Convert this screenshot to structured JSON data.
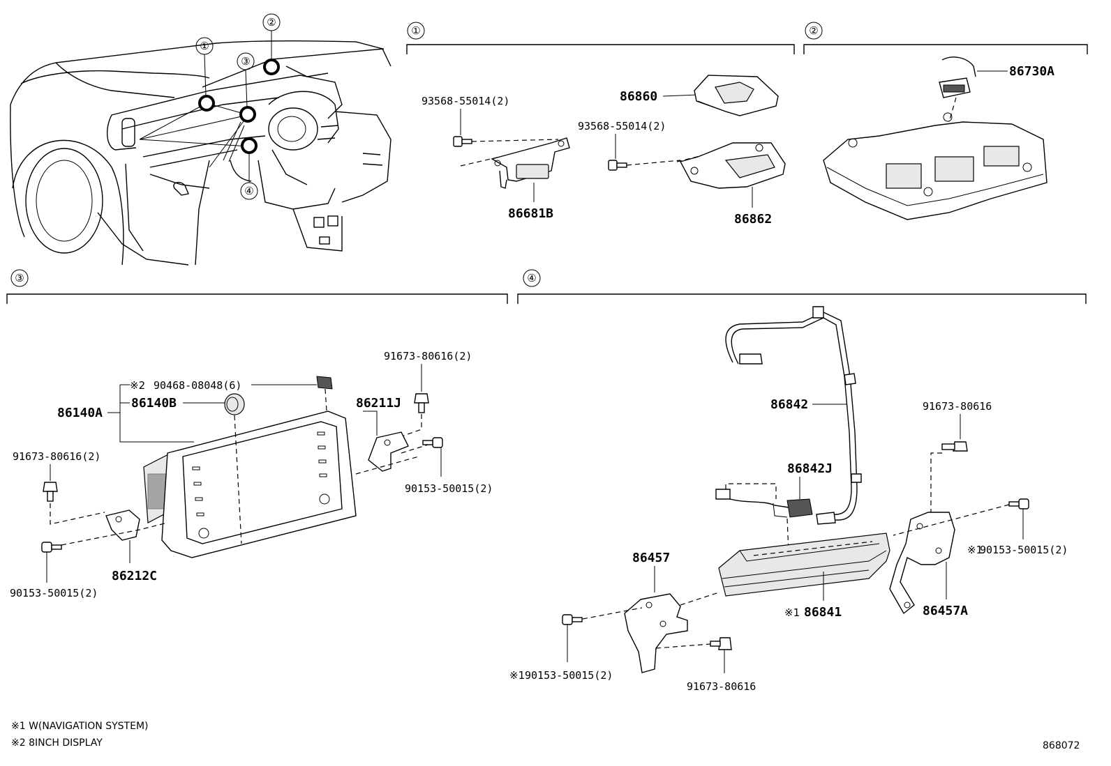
{
  "diagram_id": "868072",
  "sections": [
    {
      "number": "①"
    },
    {
      "number": "②"
    },
    {
      "number": "③"
    },
    {
      "number": "④"
    }
  ],
  "overview_callouts": [
    "①",
    "②",
    "③",
    "④"
  ],
  "parts": {
    "s1": {
      "screw_a": "93568-55014(2)",
      "screw_b": "93568-55014(2)",
      "module_top": "86860",
      "bracket_left": "86681B",
      "bracket_right": "86862"
    },
    "s2": {
      "camera": "86730A"
    },
    "s3": {
      "display_assy": "86140A",
      "knob": "86140B",
      "clip": "90468-08048(6)",
      "clip_mark": "※2",
      "bolt_top": "91673-80616(2)",
      "bracket_right": "86211J",
      "bolt_left": "91673-80616(2)",
      "screw_right": "90153-50015(2)",
      "screw_left": "90153-50015(2)",
      "bracket_left": "86212C"
    },
    "s4": {
      "harness": "86842",
      "connector": "86842J",
      "bracket_left": "86457",
      "unit": "86841",
      "unit_mark": "※1",
      "bolt_right": "91673-80616",
      "screw_right": "90153-50015(2)",
      "screw_right_mark": "※1",
      "bracket_right": "86457A",
      "screw_left": "90153-50015(2)",
      "screw_left_mark": "※1",
      "bolt_bottom": "91673-80616"
    }
  },
  "notes": [
    "※1 W(NAVIGATION SYSTEM)",
    "※2 8INCH DISPLAY"
  ]
}
